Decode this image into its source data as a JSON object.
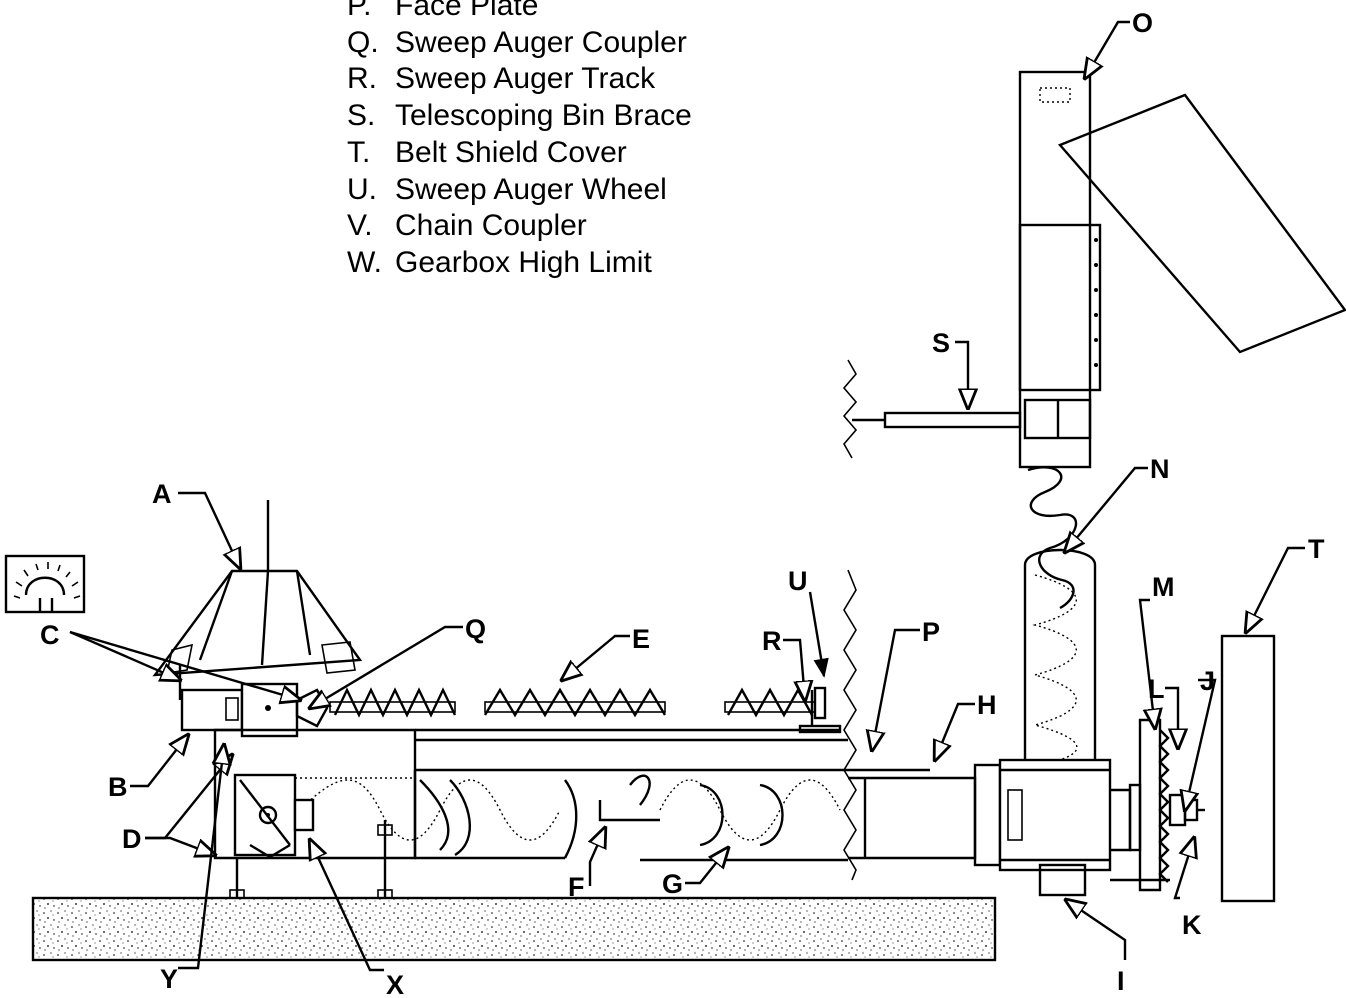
{
  "legend": [
    {
      "key": "P.",
      "text": "Face Plate"
    },
    {
      "key": "Q.",
      "text": "Sweep Auger Coupler"
    },
    {
      "key": "R.",
      "text": "Sweep Auger Track"
    },
    {
      "key": "S.",
      "text": "Telescoping Bin Brace"
    },
    {
      "key": "T.",
      "text": "Belt Shield Cover"
    },
    {
      "key": "U.",
      "text": "Sweep Auger Wheel"
    },
    {
      "key": "V.",
      "text": "Chain Coupler"
    },
    {
      "key": "W.",
      "text": "Gearbox High Limit"
    }
  ],
  "callouts": {
    "A": "A",
    "B": "B",
    "C": "C",
    "D": "D",
    "E": "E",
    "F": "F",
    "G": "G",
    "H": "H",
    "I": "I",
    "J": "J",
    "K": "K",
    "L": "L",
    "M": "M",
    "N": "N",
    "O": "O",
    "P": "P",
    "Q": "Q",
    "R": "R",
    "S": "S",
    "T": "T",
    "U": "U",
    "X": "X",
    "Y": "Y"
  }
}
